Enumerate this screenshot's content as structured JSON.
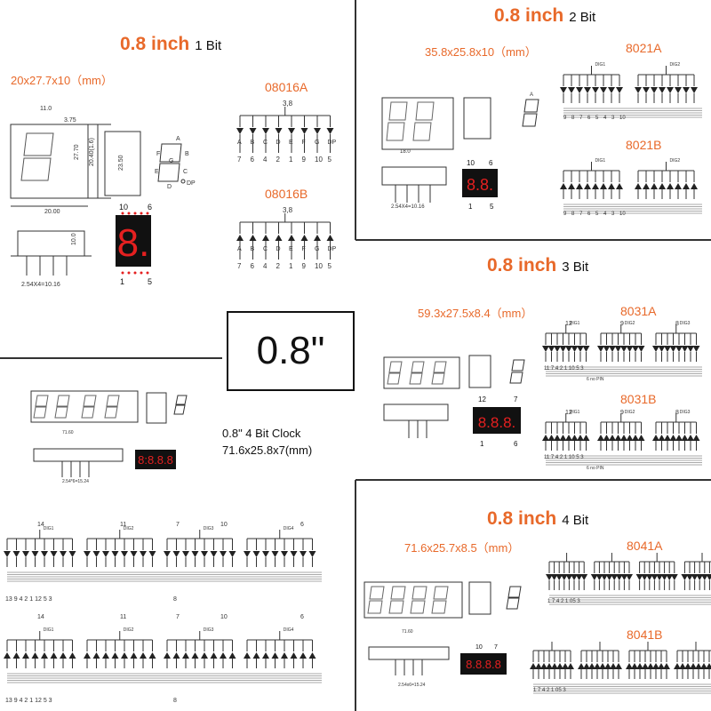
{
  "center_label": "0.8\"",
  "panels": {
    "one_bit": {
      "title": "0.8 inch",
      "bits": "1 Bit",
      "dimensions": "20x27.7x10（mm）",
      "model_a": "08016A",
      "model_b": "08016B",
      "pins_top": "3,8",
      "seg_labels": [
        "A",
        "B",
        "C",
        "D",
        "E",
        "F",
        "G",
        "DP"
      ],
      "pin_numbers": [
        "7",
        "6",
        "4",
        "2",
        "1",
        "9",
        "10",
        "5"
      ],
      "display_text": "8.",
      "pin_top_left": "10",
      "pin_top_right": "6",
      "pin_bottom_left": "1",
      "pin_bottom_right": "5"
    },
    "two_bit": {
      "title": "0.8 inch",
      "bits": "2 Bit",
      "dimensions": "35.8x25.8x10（mm）",
      "model_a": "8021A",
      "model_b": "8021B",
      "dig_labels": [
        "DIG1",
        "DIG2"
      ],
      "pin_numbers": [
        "9",
        "8",
        "7",
        "6",
        "5",
        "4",
        "3",
        "10"
      ],
      "display_text": "8.8.",
      "pin_top_left": "10",
      "pin_top_right": "6",
      "pin_bottom_left": "1",
      "pin_bottom_right": "5"
    },
    "three_bit": {
      "title": "0.8 inch",
      "bits": "3 Bit",
      "dimensions": "59.3x27.5x8.4（mm）",
      "model_a": "8031A",
      "model_b": "8031B",
      "dig_labels": [
        "DIG1",
        "DIG2",
        "DIG3"
      ],
      "dig_pins": [
        "12",
        "9",
        "8"
      ],
      "pin_numbers": "11 7 4 2 1 10 5 3",
      "no_pin": "6 no PIN",
      "display_text": "8.8.8.",
      "pin_top_left": "12",
      "pin_top_right": "7",
      "pin_bottom_left": "1",
      "pin_bottom_right": "6"
    },
    "four_bit_clock": {
      "line1": "0.8\"  4 Bit Clock",
      "line2": "71.6x25.8x7(mm)",
      "dig_labels": [
        "DIG1",
        "DIG2",
        "DIG3",
        "DIG4"
      ],
      "dig_pins": [
        "14",
        "11",
        "7",
        "10",
        "6"
      ],
      "pin_numbers": "13 9 4 2 1 12 5 3",
      "bottom_pin": "8",
      "display_text": "8:8.8.8"
    },
    "four_bit": {
      "title": "0.8 inch",
      "bits": "4 Bit",
      "dimensions": "71.6x25.7x8.5（mm）",
      "model_a": "8041A",
      "model_b": "8041B",
      "pin_numbers": "1 7 4 2 1 05 3",
      "display_text": "8.8.8.8",
      "pin_top_left": "10",
      "pin_top_right": "7"
    }
  },
  "colors": {
    "accent": "#e8692a",
    "segment_red": "#e52020",
    "display_bg": "#111111",
    "line": "#222222"
  }
}
